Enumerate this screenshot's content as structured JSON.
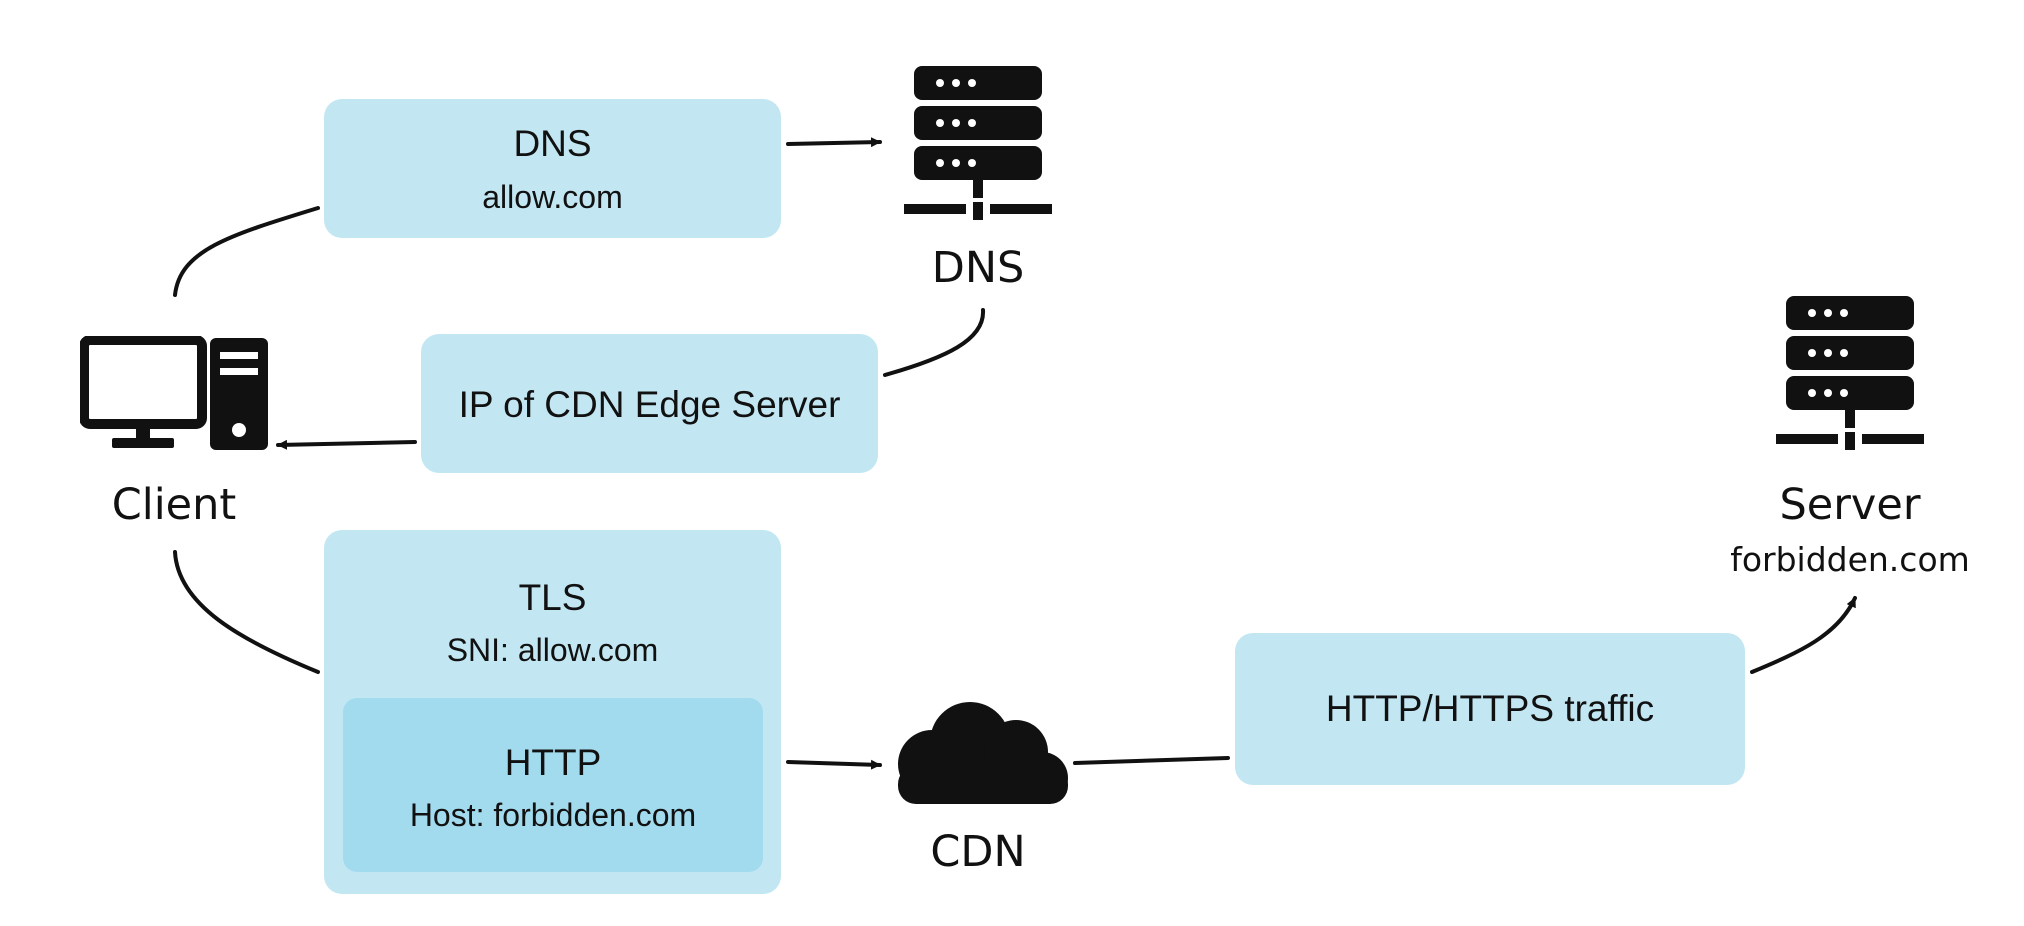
{
  "colors": {
    "box_fill": "#c2e7f3",
    "inner_box_fill": "#a3dbee",
    "ink": "#111111"
  },
  "icons": {
    "client": "desktop-computer-icon",
    "dns_server": "server-rack-icon",
    "origin_server": "server-rack-icon",
    "cdn": "cloud-icon"
  },
  "nodes": {
    "client": {
      "label": "Client"
    },
    "dns": {
      "label": "DNS"
    },
    "cdn": {
      "label": "CDN"
    },
    "server": {
      "label": "Server",
      "sublabel": "forbidden.com"
    }
  },
  "messages": {
    "dns_query": {
      "title": "DNS",
      "subtitle": "allow.com"
    },
    "dns_response": {
      "title": "IP of CDN Edge Server"
    },
    "tls": {
      "title": "TLS",
      "subtitle": "SNI: allow.com"
    },
    "http": {
      "title": "HTTP",
      "subtitle": "Host: forbidden.com"
    },
    "traffic": {
      "title": "HTTP/HTTPS traffic"
    }
  }
}
